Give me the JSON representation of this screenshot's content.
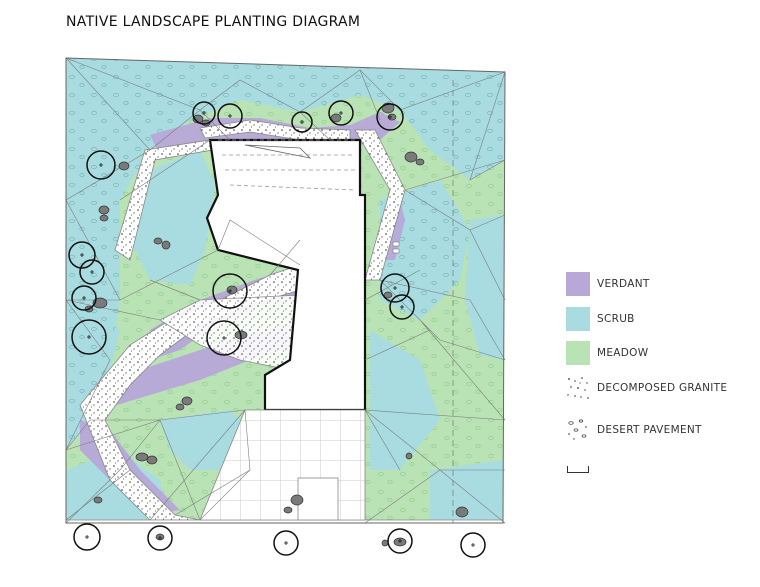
{
  "title": "NATIVE LANDSCAPE PLANTING DIAGRAM",
  "colors": {
    "verdant": "#b7a8d8",
    "scrub": "#a8dce0",
    "meadow": "#b9e3b4",
    "granite_dot": "#333333",
    "boulder": "#777777"
  },
  "legend": [
    {
      "label": "VERDANT",
      "swatch": "verdant"
    },
    {
      "label": "SCRUB",
      "swatch": "scrub"
    },
    {
      "label": "MEADOW",
      "swatch": "meadow"
    },
    {
      "label": "DECOMPOSED GRANITE",
      "swatch": "decomposed-granite"
    },
    {
      "label": "DESERT PAVEMENT",
      "swatch": "desert-pavement"
    }
  ]
}
